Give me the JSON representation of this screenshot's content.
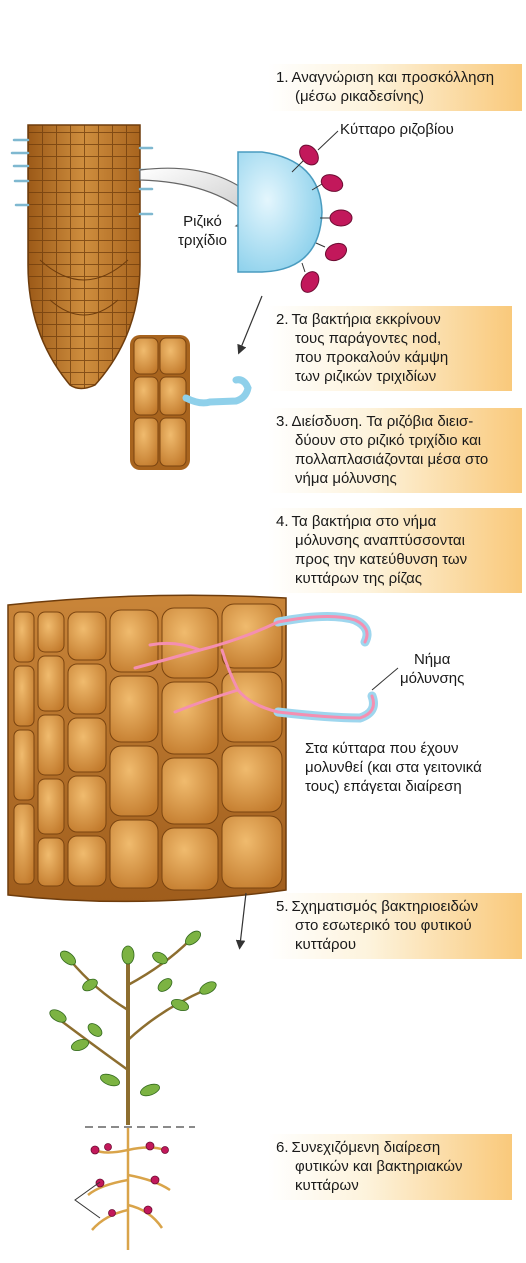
{
  "steps": [
    {
      "num": "1.",
      "lines": [
        "Αναγνώριση και προσκόλληση",
        "(μέσω ρικαδεσίνης)"
      ]
    },
    {
      "num": "2.",
      "lines": [
        "Τα βακτήρια εκκρίνουν",
        "τους παράγοντες nod,",
        "που προκαλούν κάμψη",
        "των ριζικών τριχιδίων"
      ]
    },
    {
      "num": "3.",
      "lines": [
        "Διείσδυση. Τα ριζόβια διεισ-",
        "δύουν στο ριζικό τριχίδιο και",
        "πολλαπλασιάζονται μέσα στο",
        "νήμα μόλυνσης"
      ]
    },
    {
      "num": "4.",
      "lines": [
        "Τα βακτήρια στο νήμα",
        "μόλυνσης αναπτύσσονται",
        "προς την κατεύθυνση των",
        "κυττάρων της ρίζας"
      ]
    },
    {
      "num": "5.",
      "lines": [
        "Σχηματισμός βακτηριοειδών",
        "στο εσωτερικό του φυτικού",
        "κυττάρου"
      ]
    },
    {
      "num": "6.",
      "lines": [
        "Συνεχιζόμενη διαίρεση",
        "φυτικών και βακτηριακών",
        "κυττάρων"
      ]
    }
  ],
  "labels": {
    "rhizobium_cell": "Κύτταρο ριζοβίου",
    "root_hair": [
      "Ριζικό",
      "τριχίδιο"
    ],
    "infection_thread": [
      "Νήμα",
      "μόλυνσης"
    ],
    "division_note": [
      "Στα κύτταρα που έχουν",
      "μολυνθεί (και στα γειτονικά",
      "τους) επάγεται διαίρεση"
    ]
  },
  "colors": {
    "tissue": "#c98a3c",
    "tissue_dark": "#8a5214",
    "cell_fill": "#d99a4e",
    "root_hair": "#a9ddf2",
    "bacteria": "#c2185b",
    "thread": "#f48fb1",
    "leaf": "#7cb342",
    "stem": "#8d6e2f",
    "nodule": "#c2185b",
    "label_gradient_end": "#f9c97b"
  }
}
